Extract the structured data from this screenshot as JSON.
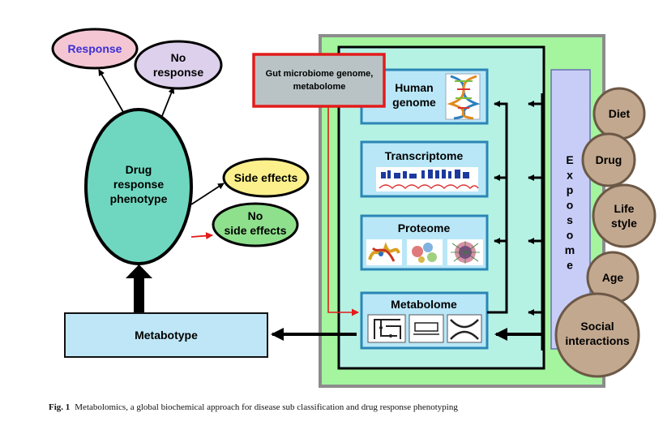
{
  "nodes": {
    "response": "Response",
    "no_response_1": "No",
    "no_response_2": "response",
    "drug_response_1": "Drug",
    "drug_response_2": "response",
    "drug_response_3": "phenotype",
    "side_effects": "Side effects",
    "no_side_effects_1": "No",
    "no_side_effects_2": "side effects",
    "metabotype": "Metabotype",
    "gut_1": "Gut microbiome genome,",
    "gut_2": "metabolome",
    "human_genome_1": "Human",
    "human_genome_2": "genome",
    "transcriptome": "Transcriptome",
    "proteome": "Proteome",
    "metabolome": "Metabolome",
    "exposome_letters": [
      "E",
      "x",
      "p",
      "o",
      "s",
      "o",
      "m",
      "e"
    ],
    "diet": "Diet",
    "drug": "Drug",
    "life_style_1": "Life",
    "life_style_2": "style",
    "age": "Age",
    "social_1": "Social",
    "social_2": "interactions"
  },
  "caption": {
    "label": "Fig. 1",
    "text": "Metabolomics, a global biochemical approach for disease sub classification and drug response phenotyping"
  },
  "colors": {
    "response_text": "#3a2fd6",
    "response_fill": "#f4c6d3",
    "no_response_fill": "#dcd0ec",
    "drug_fill": "#6fd7c0",
    "side_effects_fill": "#fbf08c",
    "no_side_effects_fill": "#8fe08c",
    "metabotype_fill": "#bfe6f6",
    "panel_outer": "#a4f59e",
    "panel_inner": "#b6f2e4",
    "omics_fill": "#b9e7f7",
    "omics_border": "#2b86b6",
    "exposome_fill": "#c8cdf8",
    "gut_border": "#e31b1b",
    "gut_fill": "#b9c3c6",
    "circle_fill": "#c2a88f",
    "circle_border": "#6c5846",
    "red_arrow": "#e31b1b"
  }
}
